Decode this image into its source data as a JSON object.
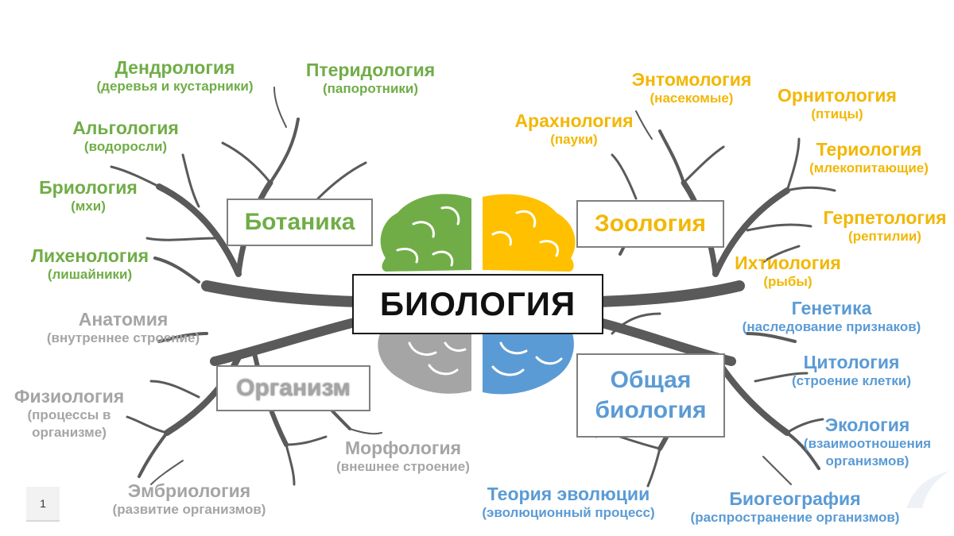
{
  "title": "БИОЛОГИЯ",
  "page_number": "1",
  "colors": {
    "botany": "#70ad47",
    "zoology": "#f2b705",
    "organism": "#a5a5a5",
    "general": "#5b9bd5",
    "branches": "#5a5a5a"
  },
  "boxes": {
    "botanika": "Ботаника",
    "zoologia": "Зоология",
    "organizm": "Организм",
    "obshaya_line1": "Общая",
    "obshaya_line2": "биология"
  },
  "botany": [
    {
      "title": "Дендрология",
      "sub": "(деревья и кустарники)"
    },
    {
      "title": "Птеридология",
      "sub": "(папоротники)"
    },
    {
      "title": "Альгология",
      "sub": "(водоросли)"
    },
    {
      "title": "Бриология",
      "sub": "(мхи)"
    },
    {
      "title": "Лихенология",
      "sub": "(лишайники)"
    }
  ],
  "zoology": [
    {
      "title": "Энтомология",
      "sub": "(насекомые)"
    },
    {
      "title": "Орнитология",
      "sub": "(птицы)"
    },
    {
      "title": "Арахнология",
      "sub": "(пауки)"
    },
    {
      "title": "Териология",
      "sub": "(млекопитающие)"
    },
    {
      "title": "Герпетология",
      "sub": "(рептилии)"
    },
    {
      "title": "Ихтиология",
      "sub": "(рыбы)"
    }
  ],
  "organism": [
    {
      "title": "Анатомия",
      "sub": "(внутреннее строение)"
    },
    {
      "title": "Физиология",
      "sub1": "(процессы в",
      "sub2": "организме)"
    },
    {
      "title": "Эмбриология",
      "sub": "(развитие организмов)"
    },
    {
      "title": "Морфология",
      "sub": "(внешнее строение)"
    }
  ],
  "general": [
    {
      "title": "Генетика",
      "sub": "(наследование признаков)"
    },
    {
      "title": "Цитология",
      "sub": "(строение клетки)"
    },
    {
      "title": "Экология",
      "sub1": "(взаимоотношения",
      "sub2": "организмов)"
    },
    {
      "title": "Теория эволюции",
      "sub": "(эволюционный процесс)"
    },
    {
      "title": "Биогеография",
      "sub": "(распространение организмов)"
    }
  ]
}
